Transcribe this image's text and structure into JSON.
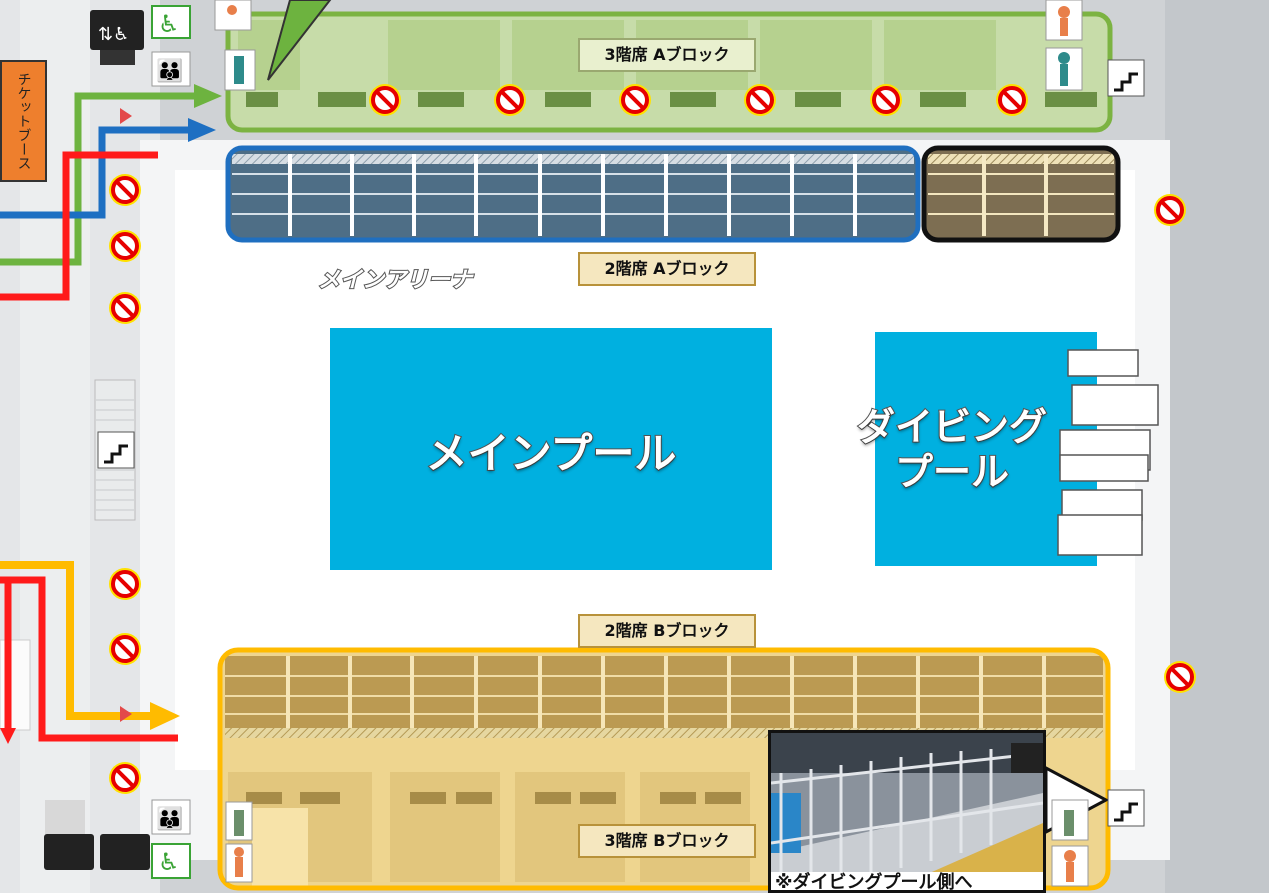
{
  "labels": {
    "floor3_a": "3階席 Aブロック",
    "floor2_a": "2階席 Aブロック",
    "floor2_b": "2階席 Bブロック",
    "floor3_b": "3階席 Bブロック",
    "main_arena": "メインアリーナ",
    "main_pool": "メインプール",
    "diving_pool_line1": "ダイビング",
    "diving_pool_line2": "プール",
    "ticket_booth": "チケットブース",
    "photo_caption": "※ダイビングプール側へ"
  },
  "icons": {
    "no_entry": "no-entry-icon",
    "restroom": "restroom-icon",
    "wheelchair": "wheelchair-icon",
    "elevator": "elevator-icon",
    "stairs": "stairs-icon",
    "male": "male-icon",
    "female": "female-icon"
  },
  "colors": {
    "route_green": "#6db33f",
    "route_blue": "#1d6fc2",
    "route_red": "#ff1a1a",
    "route_yellow": "#ffbb00",
    "block3a_outline": "#7cb342",
    "block2a_outline": "#1f6fc0",
    "block2a_dark_outline": "#111111",
    "block3b_outline": "#ffbb00",
    "pool": "#00b0e0",
    "ticket_booth": "#ee7f2d"
  }
}
